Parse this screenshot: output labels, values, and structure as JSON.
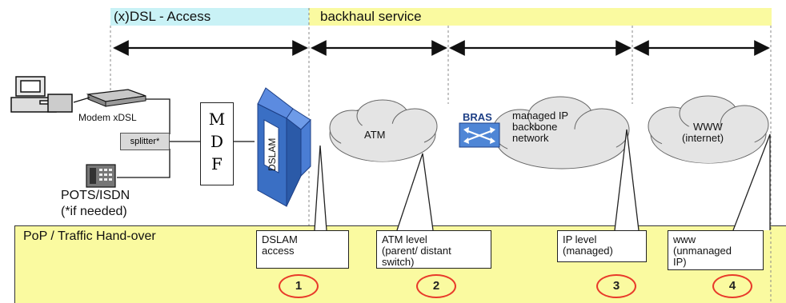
{
  "bands": {
    "access": "(x)DSL - Access",
    "backhaul": "backhaul service"
  },
  "equipment": {
    "modem": "Modem xDSL",
    "splitter": "splitter*",
    "mdf_letters": [
      "M",
      "D",
      "F"
    ],
    "dslam": "DSLAM",
    "pots_line1": "POTS/ISDN",
    "pots_line2": "(*if needed)",
    "bras": "BRAS"
  },
  "clouds": {
    "atm": "ATM",
    "ip_line1": "managed IP",
    "ip_line2": "backbone",
    "ip_line3": "network",
    "www_line1": "WWW",
    "www_line2": "(internet)"
  },
  "pop": {
    "title": "PoP / Traffic Hand-over"
  },
  "handover_points": [
    {
      "number": "1",
      "line1": "DSLAM",
      "line2": "access",
      "line3": ""
    },
    {
      "number": "2",
      "line1": "ATM level",
      "line2": "(parent/ distant",
      "line3": "switch)"
    },
    {
      "number": "3",
      "line1": "IP level",
      "line2": "(managed)",
      "line3": ""
    },
    {
      "number": "4",
      "line1": "www",
      "line2": "(unmanaged",
      "line3": "IP)"
    }
  ],
  "colors": {
    "access_band": "#c9f2f6",
    "backhaul_band": "#fafaa0",
    "dslam_blue": "#3a6fc4",
    "circle_red": "#e83a2a"
  }
}
